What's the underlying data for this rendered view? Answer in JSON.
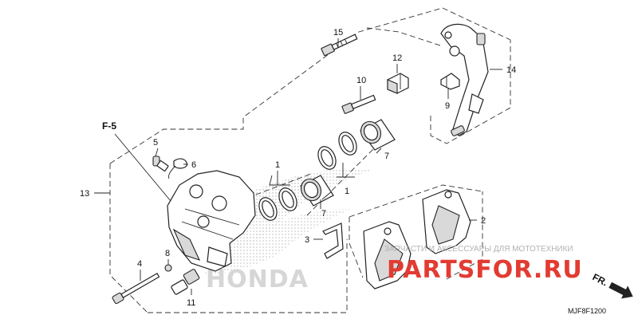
{
  "diagram": {
    "reference": "F-5",
    "code": "MJF8F1200",
    "direction_label": "FR.",
    "callouts": {
      "c1a": "1",
      "c1b": "1",
      "c2": "2",
      "c3": "3",
      "c4": "4",
      "c5": "5",
      "c6": "6",
      "c7a": "7",
      "c7b": "7",
      "c8": "8",
      "c9": "9",
      "c10": "10",
      "c11": "11",
      "c12": "12",
      "c13": "13",
      "c14": "14",
      "c15": "15"
    }
  },
  "watermark": {
    "caption": "ЗАПЧАСТИ И АКСЕССУАРЫ ДЛЯ МОТОТЕХНИКИ",
    "logo": "PARTSFOR.RU",
    "logo_color": "#e23b32",
    "brand": "HONDA"
  },
  "colors": {
    "line": "#222222",
    "shade": "#d9d9d9",
    "background": "#ffffff"
  }
}
